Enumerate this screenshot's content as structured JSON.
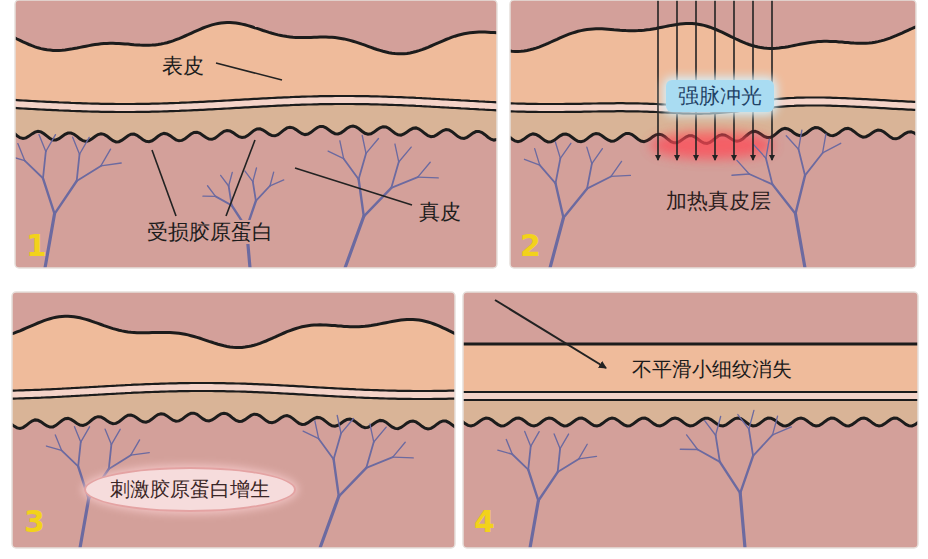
{
  "diagram": {
    "nodes": [
      {
        "text": [
          "强脉冲光"
        ]
      },
      {
        "text": [
          "刺激胶原蛋白增生"
        ]
      }
    ],
    "labels": [
      "表皮",
      "受损胶原蛋白",
      "真皮",
      "1",
      "加热真皮层",
      "2",
      "3",
      "不平滑小细纹消失",
      "4"
    ]
  }
}
